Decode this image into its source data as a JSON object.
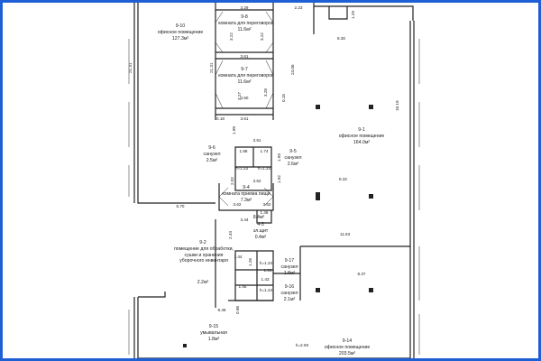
{
  "colors": {
    "frame": "#1f5fd6",
    "wall": "#222222",
    "paper": "#ffffff"
  },
  "rooms": [
    {
      "id": "r9_10",
      "number": "9-10",
      "name": "офисное помещение",
      "area": "127.3м²"
    },
    {
      "id": "r9_8",
      "number": "9-8",
      "name": "комната для переговоров",
      "area": "11.6м²"
    },
    {
      "id": "r9_7b",
      "number": "9-7",
      "name": "комната для переговоров",
      "area": "11.6м²"
    },
    {
      "id": "r9_1",
      "number": "9-1",
      "name": "офисное помещение",
      "area": "164.0м²"
    },
    {
      "id": "r9_6",
      "number": "9-6",
      "name": "санузел",
      "area": "2.5м²"
    },
    {
      "id": "r9_5",
      "number": "9-5",
      "name": "санузел",
      "area": "2.6м²"
    },
    {
      "id": "r9_4",
      "number": "9-4",
      "name": "комната приема пищи",
      "area": "7.3м²"
    },
    {
      "id": "r9_3",
      "number": "9-3",
      "name": "",
      "area": "8.4м²"
    },
    {
      "id": "r4_3",
      "number": "4-3",
      "name": "эл.щит",
      "area": "0.4м²"
    },
    {
      "id": "r9_2",
      "number": "9-2",
      "name": "помещение для обработки, сушки и хранения уборочного инвентаря",
      "area": "2.2м²"
    },
    {
      "id": "r9_17",
      "number": "9-17",
      "name": "санузел",
      "area": "1.8м²"
    },
    {
      "id": "r9_16",
      "number": "9-16",
      "name": "санузел",
      "area": "2.1м²"
    },
    {
      "id": "r9_15",
      "number": "9-15",
      "name": "умывальная",
      "area": "1.8м²"
    },
    {
      "id": "r9_14",
      "number": "9-14",
      "name": "офисное помещение",
      "area": "203.5м²"
    }
  ],
  "dimensions": [
    "3.29",
    "2.23",
    "1.29",
    "3.22",
    "3.22",
    "8.30",
    "21.31",
    "21.31",
    "3.61",
    "24.06",
    "3.27",
    "3.28",
    "3.60",
    "0.15",
    "0.18",
    "3.61",
    "1.99",
    "18.19",
    "3.91",
    "1.88",
    "1.74",
    "1.93",
    "h=1.23",
    "h=1.23",
    "3.62",
    "2.02",
    "1.92",
    "3.62",
    "8.32",
    "5.70",
    "3.62",
    "1.46",
    "3.44",
    "11.83",
    "2.44",
    "1.44",
    "1.26",
    "h=1.24",
    "1.61",
    "8.37",
    "1.43",
    "1.45",
    "h=1.24",
    "9.46",
    "0.98",
    "h=2.93"
  ]
}
